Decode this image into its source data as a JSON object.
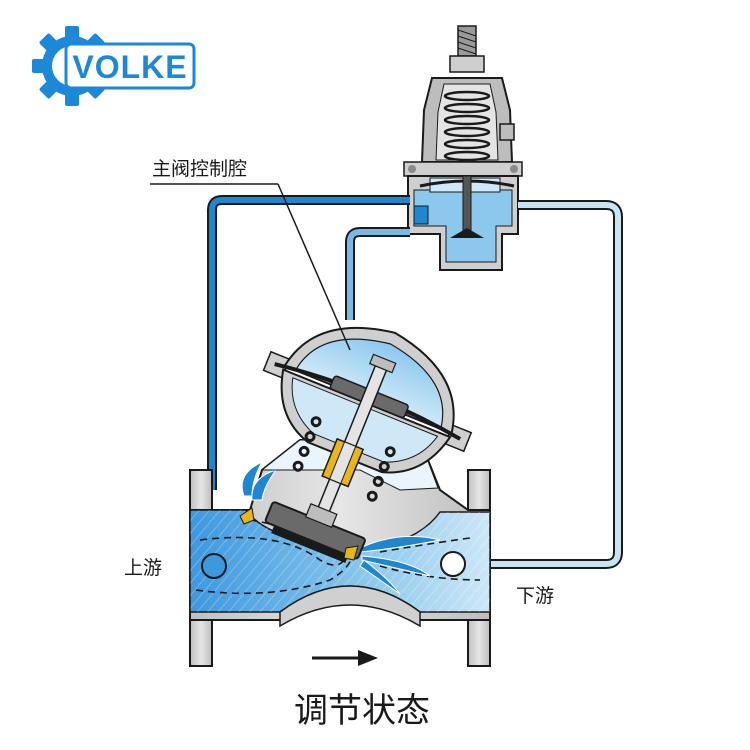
{
  "brand": {
    "logo_text": "VOLKE",
    "color": "#1e88d8"
  },
  "labels": {
    "control_chamber": "主阀控制腔",
    "upstream": "上游",
    "downstream": "下游",
    "state": "调节状态"
  },
  "colors": {
    "water_dark": "#3f9be0",
    "water_mid": "#8cc8ee",
    "water_light": "#cfe8f7",
    "metal": "#d9d9d9",
    "metal_dark": "#8a8a8a",
    "pipe_dark": "#1f86cf",
    "pipe_light": "#c7e4f5",
    "brass": "#e8b51a",
    "outline": "#1a1a1a"
  },
  "icons": {
    "gear": "gear-icon",
    "flow_arrow": "arrow-right-icon"
  }
}
